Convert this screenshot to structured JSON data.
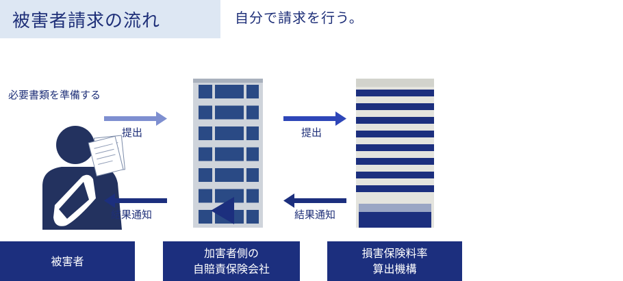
{
  "header": {
    "title": "被害者請求の流れ",
    "subtitle": "自分で請求を行う。"
  },
  "diagram": {
    "note": "必要書類を準備する",
    "arrows": {
      "victim_to_insurer": "提出",
      "insurer_to_agency": "提出",
      "agency_to_insurer": "結果通知",
      "insurer_to_victim": "結果通知"
    },
    "actors": {
      "victim": {
        "label": "被害者"
      },
      "insurer": {
        "line1": "加害者側の",
        "line2": "自賠責保険会社"
      },
      "agency": {
        "line1": "損害保険料率",
        "line2": "算出機構"
      }
    }
  },
  "colors": {
    "navy": "#1c2f7e",
    "text": "#1e2f78",
    "arrow_light": "#7e8fd0",
    "arrow_bright": "#2e46b8",
    "title_bg": "#dde7f3"
  }
}
